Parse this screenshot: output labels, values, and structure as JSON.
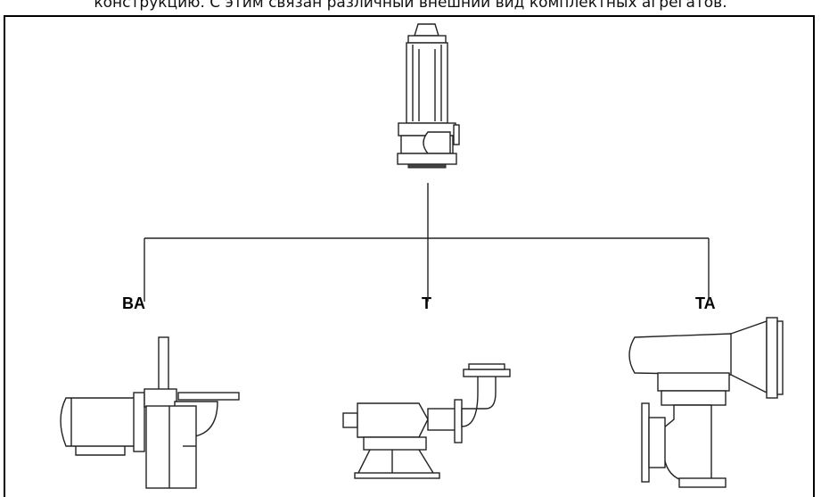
{
  "caption": "конструкцию. С этим связан различный внешний вид комплектных агрегатов.",
  "variants": [
    {
      "id": "ba",
      "label": "BA"
    },
    {
      "id": "t",
      "label": "T"
    },
    {
      "id": "ta",
      "label": "TA"
    }
  ],
  "colors": {
    "line": "#222222",
    "background": "#ffffff"
  }
}
